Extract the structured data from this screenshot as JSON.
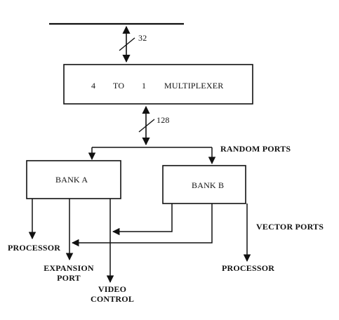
{
  "multiplexer": {
    "label_parts": [
      "4",
      "TO",
      "1",
      "MULTIPLEXER"
    ]
  },
  "bus_widths": {
    "top": "32",
    "middle": "128"
  },
  "ports": {
    "random": "RANDOM PORTS",
    "vector": "VECTOR PORTS"
  },
  "banks": {
    "a": "BANK A",
    "b": "BANK B"
  },
  "outputs": {
    "processor_left": "PROCESSOR",
    "expansion_line1": "EXPANSION",
    "expansion_line2": "PORT",
    "video_line1": "VIDEO",
    "video_line2": "CONTROL",
    "processor_right": "PROCESSOR"
  },
  "colors": {
    "ink": "#111111",
    "paper": "#ffffff"
  }
}
